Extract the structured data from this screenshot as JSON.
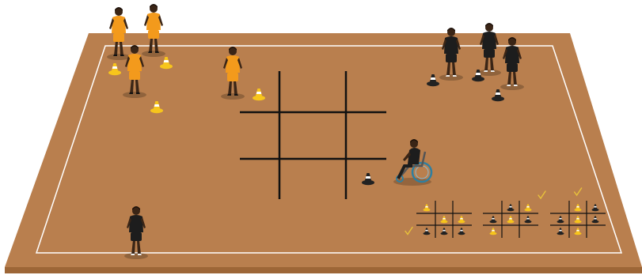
{
  "scene": {
    "court_color": "#b97f4e",
    "court_edge_color": "#9d6637",
    "line_color": "#ffffff",
    "grid_color": "#111111",
    "team_orange_color": "#f39a1c",
    "team_black_color": "#1d1d1d",
    "cone_orange_color": "#f7c51c",
    "cone_black_color": "#222222",
    "check_color": "#e8c23a",
    "icons": [
      "player-orange-icon",
      "player-black-icon",
      "wheelchair-player-icon",
      "cone-icon",
      "checkmark-icon"
    ]
  },
  "mini_boards": [
    {
      "cells": [
        "O",
        "",
        "",
        "",
        "O",
        "O",
        "B",
        "B",
        "B"
      ],
      "check": "left"
    },
    {
      "cells": [
        "",
        "B",
        "O",
        "B",
        "O",
        "B",
        "O",
        "",
        ""
      ],
      "check": "top-right"
    },
    {
      "cells": [
        "",
        "O",
        "B",
        "B",
        "O",
        "B",
        "B",
        "O",
        ""
      ],
      "check": "top-middle"
    }
  ]
}
